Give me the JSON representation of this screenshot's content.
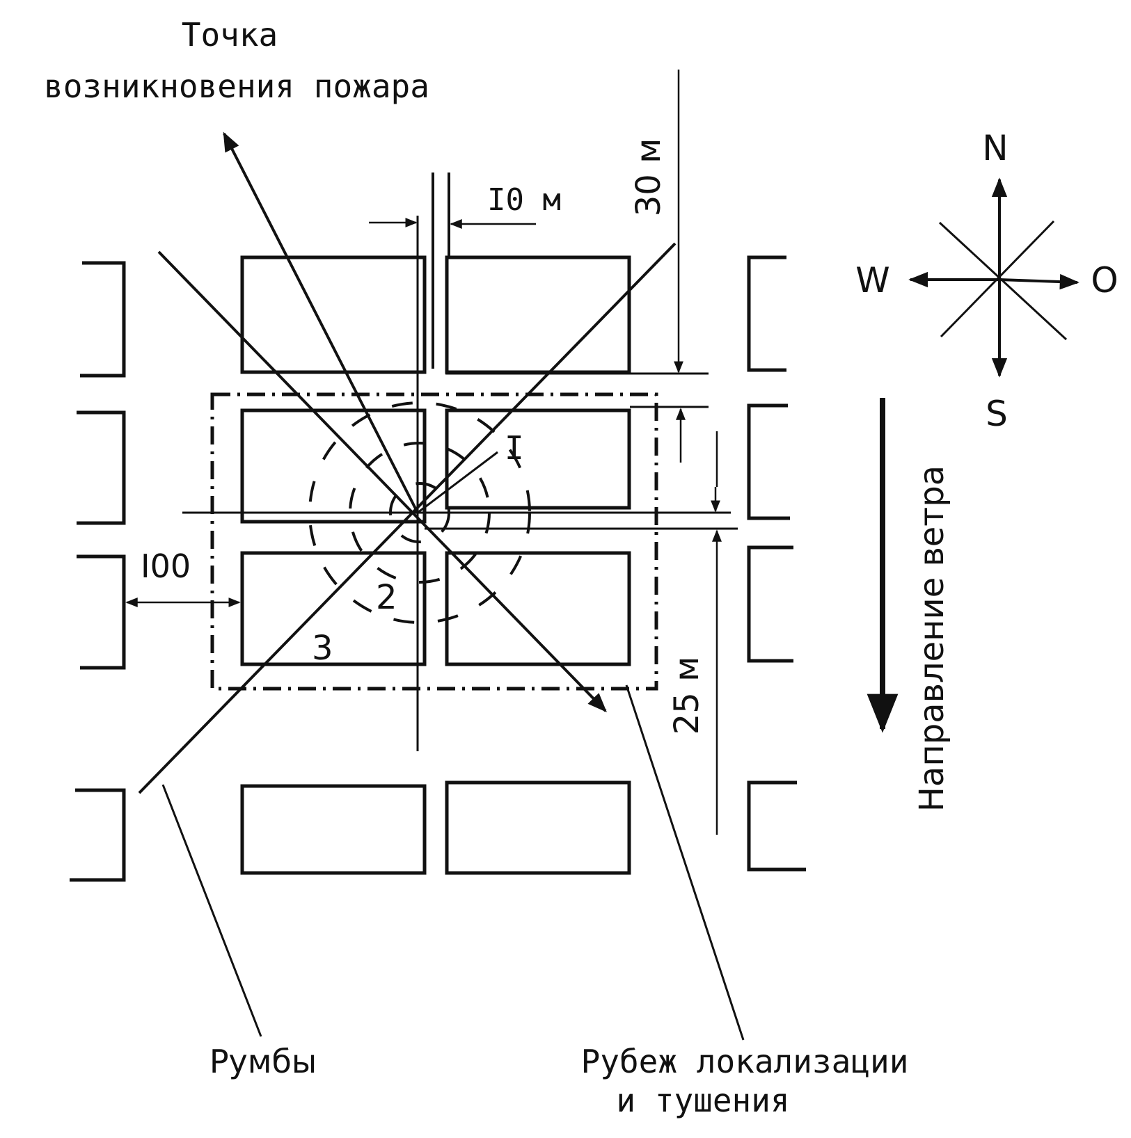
{
  "title": {
    "line1": "Точка",
    "line2": "возникновения пожара"
  },
  "dimensions": {
    "street_width": "I0 м",
    "distance_north": "30 м",
    "distance_south": "25 м",
    "distance_west": "I00"
  },
  "zones": {
    "zone_1": "I",
    "zone_2": "2",
    "zone_3": "3"
  },
  "compass": {
    "north": "N",
    "south": "S",
    "west": "W",
    "east": "O"
  },
  "wind": {
    "label": "Направление ветра"
  },
  "legend": {
    "rhumbs": "Румбы",
    "boundary_line1": "Рубеж локализации",
    "boundary_line2": "и тушения"
  }
}
